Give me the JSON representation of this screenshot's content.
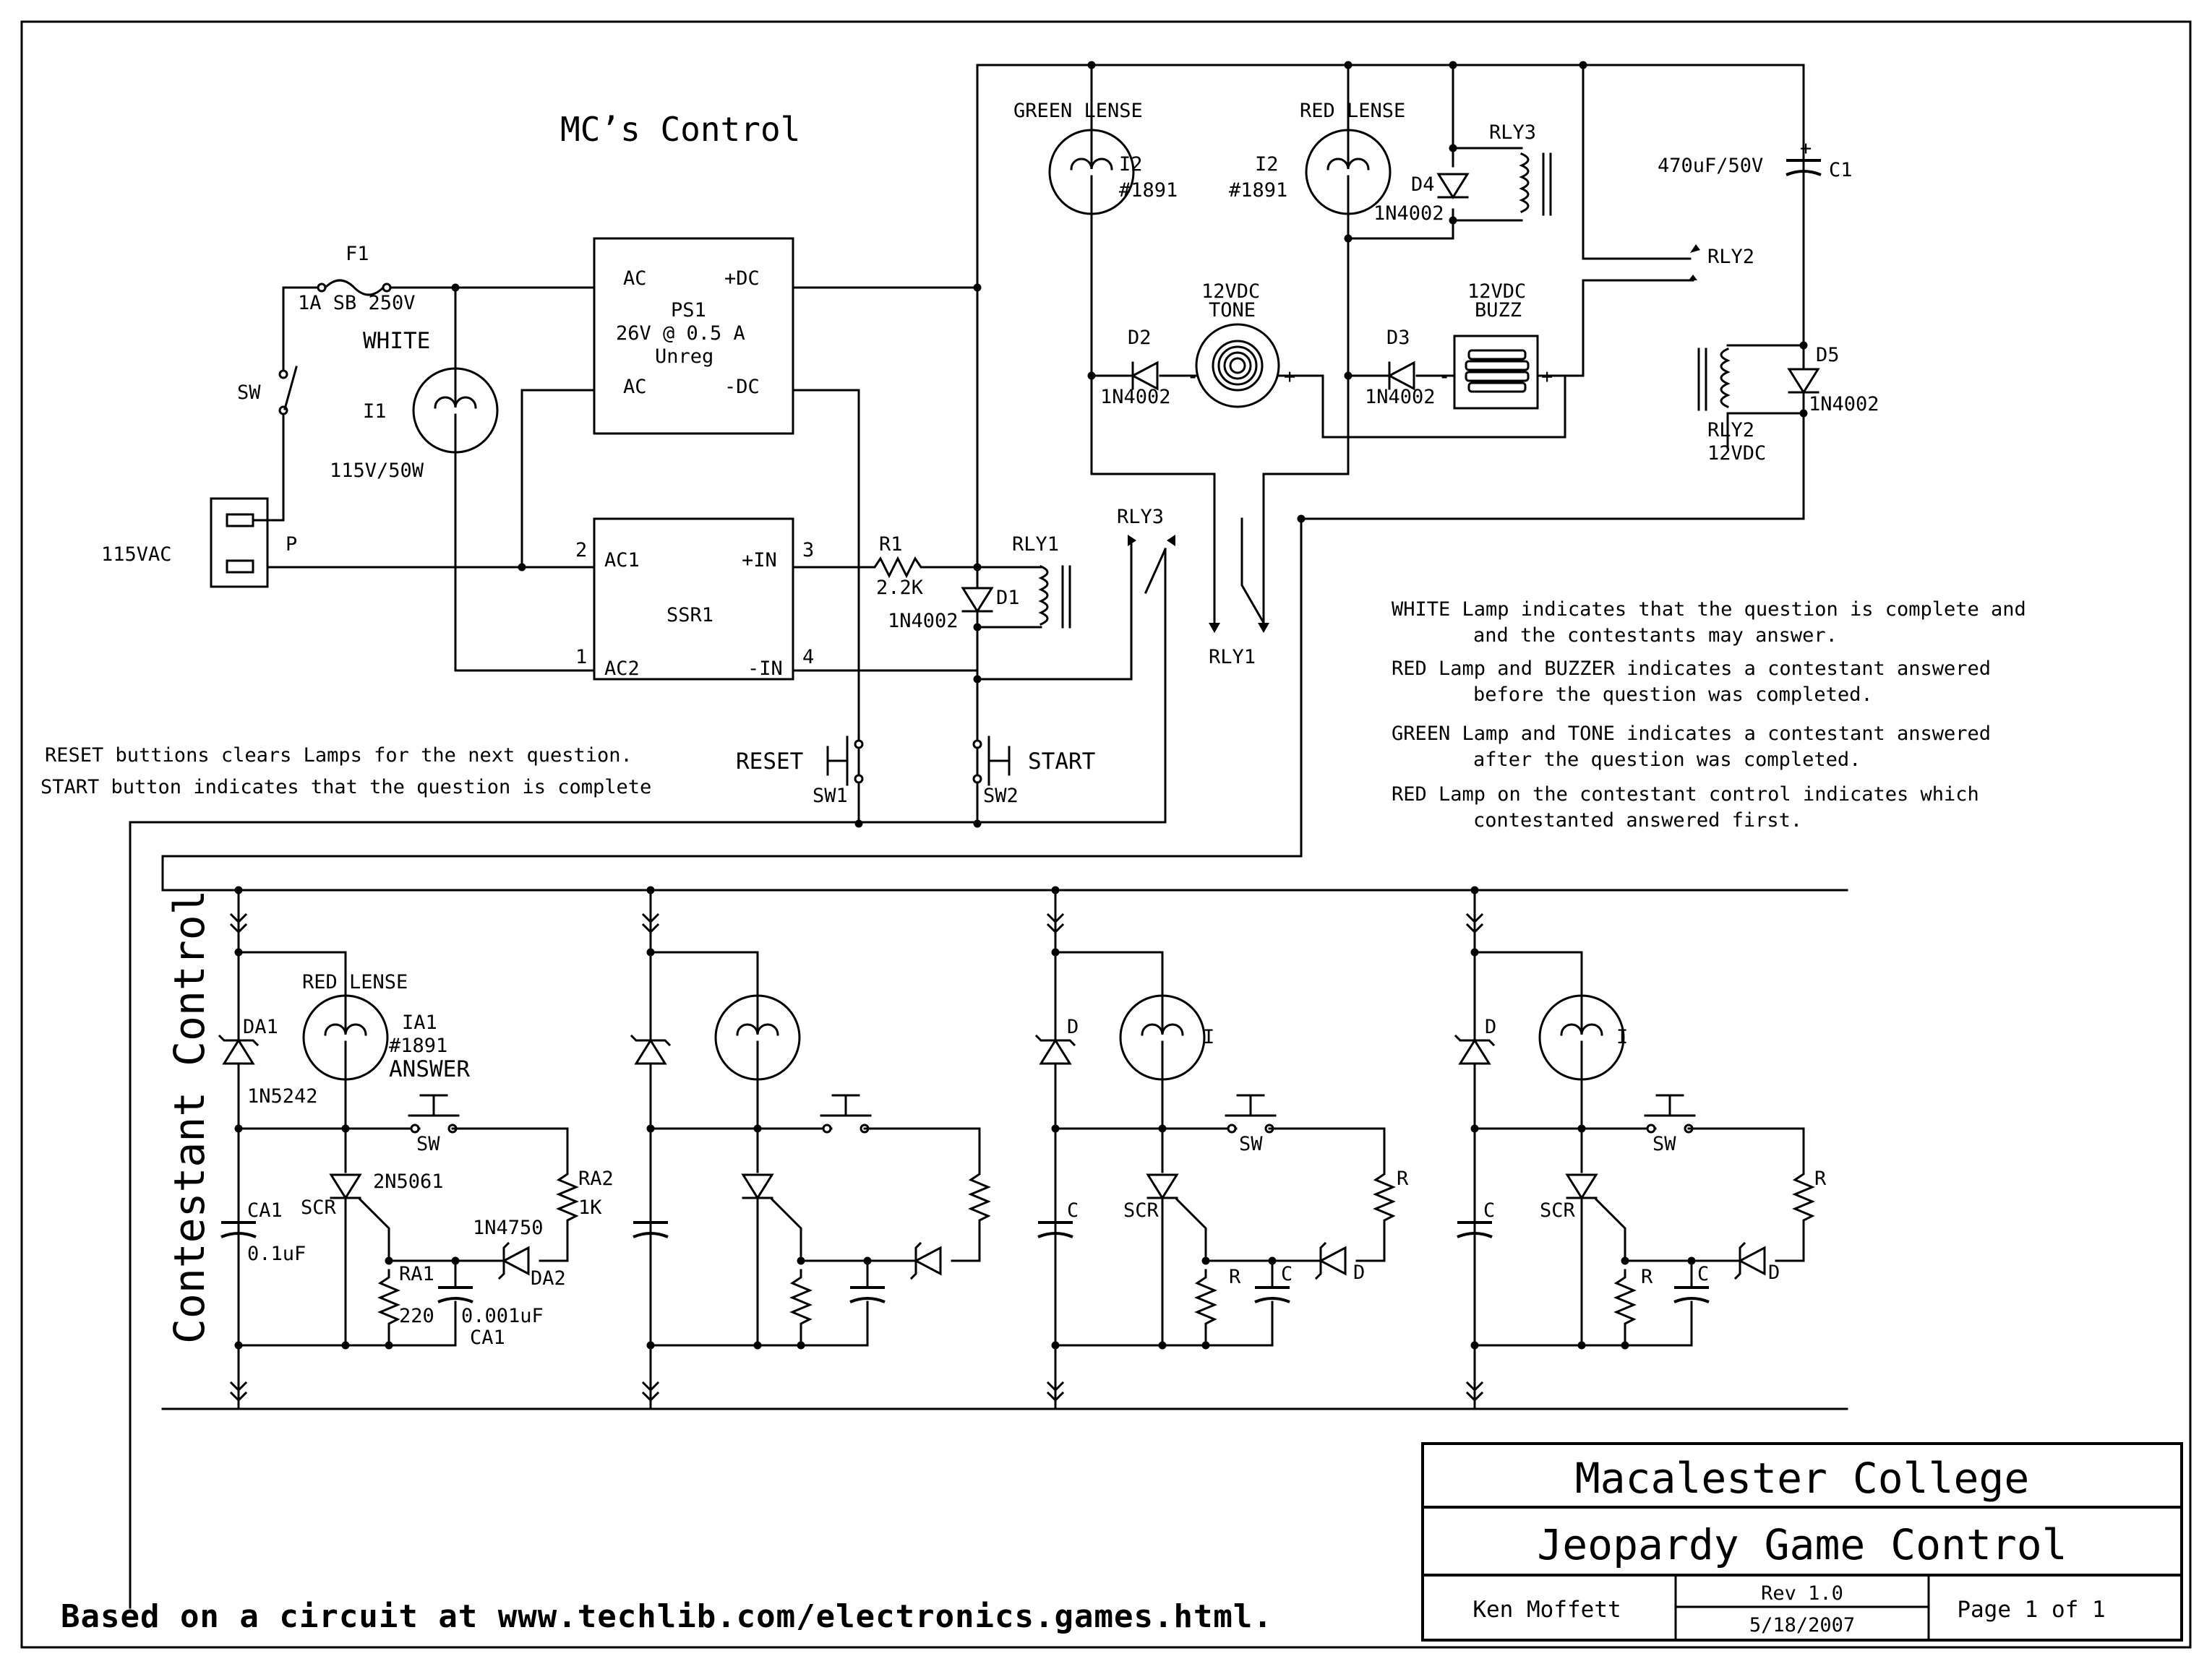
{
  "mc": {
    "heading": "MC’s Control",
    "fuse": {
      "ref": "F1",
      "rating": "1A SB 250V"
    },
    "switch": "SW",
    "lamp_white": {
      "label": "WHITE",
      "ref": "I1",
      "rating": "115V/50W"
    },
    "plug": {
      "label": "115VAC",
      "pin": "P"
    },
    "ps": {
      "ref": "PS1",
      "spec": "26V @ 0.5 A",
      "type": "Unreg",
      "ac1": "AC",
      "ac2": "AC",
      "pos": "+DC",
      "neg": "-DC"
    },
    "ssr": {
      "ref": "SSR1",
      "ac1": "AC1",
      "ac2": "AC2",
      "in_pos": "+IN",
      "in_neg": "-IN",
      "pin1": "1",
      "pin2": "2",
      "pin3": "3",
      "pin4": "4"
    },
    "r1": {
      "ref": "R1",
      "value": "2.2K"
    },
    "d1": {
      "ref": "D1",
      "part": "1N4002"
    },
    "rly1": "RLY1",
    "rly3": "RLY3",
    "reset": {
      "label": "RESET",
      "ref": "SW1"
    },
    "start": {
      "label": "START",
      "ref": "SW2"
    },
    "note_reset": "RESET buttions clears Lamps for the next question.",
    "note_start": "START button indicates that the question is complete"
  },
  "panel": {
    "green": {
      "label": "GREEN LENSE",
      "ref": "I2",
      "part": "#1891"
    },
    "red": {
      "label": "RED LENSE",
      "ref": "I2",
      "part": "#1891"
    },
    "rly3": "RLY3",
    "d4": {
      "ref": "D4",
      "part": "1N4002"
    },
    "cap": {
      "value": "470uF/50V",
      "ref": "C1",
      "plus": "+"
    },
    "rly2": "RLY2",
    "rly2_coil": {
      "ref": "RLY2",
      "volts": "12VDC"
    },
    "tone": {
      "line1": "12VDC",
      "line2": "TONE",
      "minus": "-",
      "plus": "+"
    },
    "buzz": {
      "line1": "12VDC",
      "line2": "BUZZ",
      "minus": "-",
      "plus": "+"
    },
    "d2": {
      "ref": "D2",
      "part": "1N4002"
    },
    "d3": {
      "ref": "D3",
      "part": "1N4002"
    },
    "d5": {
      "ref": "D5",
      "part": "1N4002"
    },
    "rly1": "RLY1"
  },
  "notes": [
    {
      "l1": "WHITE Lamp indicates that the question is complete and",
      "l2": "and the contestants may answer."
    },
    {
      "l1": "RED Lamp and BUZZER indicates a contestant answered",
      "l2": "before the question was completed."
    },
    {
      "l1": "GREEN Lamp and TONE indicates a contestant answered",
      "l2": "after the question was completed."
    },
    {
      "l1": "RED Lamp on the contestant control indicates which",
      "l2": "contestanted answered first."
    }
  ],
  "contestant": {
    "heading": "Contestant Control",
    "c1": {
      "lense": "RED LENSE",
      "lamp_ref": "IA1",
      "lamp_part": "#1891",
      "answer": "ANSWER",
      "sw": "SW",
      "zener_ref": "DA1",
      "zener_part": "1N5242",
      "cap_ref": "CA1",
      "cap_value": "0.1uF",
      "scr_label": "SCR",
      "scr_part": "2N5061",
      "ra2_ref": "RA2",
      "ra2_value": "1K",
      "zener2_part": "1N4750",
      "zener2_ref": "DA2",
      "ra1_ref": "RA1",
      "ra1_value": "220",
      "c2_value": "0.001uF",
      "c2_ref": "CA1"
    },
    "c3": {
      "d": "D",
      "i": "I",
      "sw": "SW",
      "c": "C",
      "scr": "SCR",
      "r": "R",
      "c2": "C",
      "d2": "D",
      "r2": "R"
    },
    "c4": {
      "d": "D",
      "i": "I",
      "sw": "SW",
      "c": "C",
      "scr": "SCR",
      "r": "R",
      "c2": "C",
      "d2": "D",
      "r2": "R"
    }
  },
  "titleblock": {
    "org": "Macalester College",
    "title": "Jeopardy Game Control",
    "author": "Ken Moffett",
    "rev": "Rev 1.0",
    "date": "5/18/2007",
    "page": "Page 1 of 1"
  },
  "footer": "Based on a circuit at www.techlib.com/electronics.games.html."
}
